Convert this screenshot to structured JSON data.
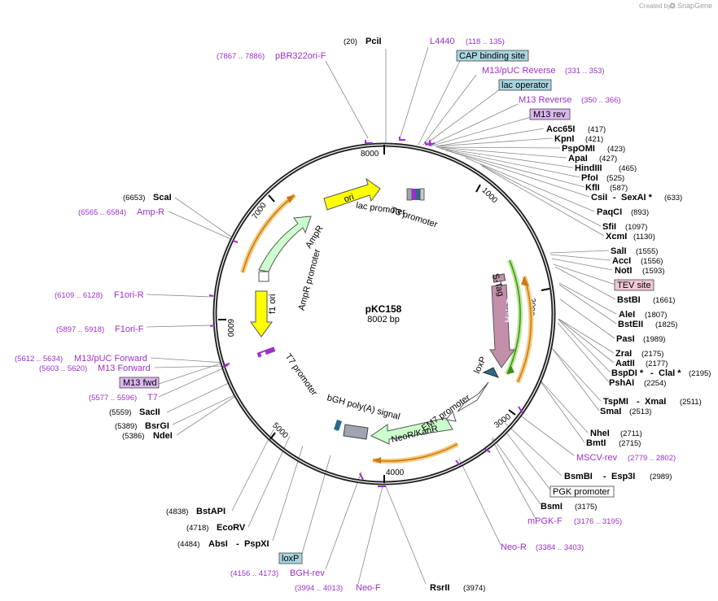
{
  "header": {
    "credit": "Created by",
    "brand": "SnapGene"
  },
  "plasmid": {
    "name": "pKC158",
    "size_label": "8002 bp",
    "length": 8002
  },
  "ticks": [
    "1000",
    "2000",
    "3000",
    "4000",
    "5000",
    "6000",
    "7000",
    "8000"
  ],
  "enzymes": [
    {
      "pos": "(20)",
      "name": "PciI"
    },
    {
      "name": "Acc65I",
      "pos": "(417)"
    },
    {
      "name": "KpnI",
      "pos": "(421)"
    },
    {
      "name": "PspOMI",
      "pos": "(423)"
    },
    {
      "name": "ApaI",
      "pos": "(427)"
    },
    {
      "name": "HindIII",
      "pos": "(465)"
    },
    {
      "name": "PfoI",
      "pos": "(525)"
    },
    {
      "name": "KflI",
      "pos": "(587)"
    },
    {
      "name": "CsiI",
      "name2": "SexAI *",
      "pos": "(633)"
    },
    {
      "name": "PaqCI",
      "pos": "(893)"
    },
    {
      "name": "SfiI",
      "pos": "(1097)"
    },
    {
      "name": "XcmI",
      "pos": "(1130)"
    },
    {
      "name": "SalI",
      "pos": "(1555)"
    },
    {
      "name": "AccI",
      "pos": "(1556)"
    },
    {
      "name": "NotI",
      "pos": "(1593)"
    },
    {
      "name": "BstBI",
      "pos": "(1661)"
    },
    {
      "name": "AleI",
      "pos": "(1807)"
    },
    {
      "name": "BstEII",
      "pos": "(1825)"
    },
    {
      "name": "PasI",
      "pos": "(1989)"
    },
    {
      "name": "ZraI",
      "pos": "(2175)"
    },
    {
      "name": "AatII",
      "pos": "(2177)"
    },
    {
      "name": "BspDI *",
      "name2": "ClaI *",
      "pos": "(2195)"
    },
    {
      "name": "PshAI",
      "pos": "(2254)"
    },
    {
      "name": "TspMI",
      "name2": "XmaI",
      "pos": "(2511)"
    },
    {
      "name": "SmaI",
      "pos": "(2513)"
    },
    {
      "name": "NheI",
      "pos": "(2711)"
    },
    {
      "name": "BmtI",
      "pos": "(2715)"
    },
    {
      "name": "BsmBI",
      "name2": "Esp3I",
      "pos": "(2989)"
    },
    {
      "name": "BsmI",
      "pos": "(3175)"
    },
    {
      "name": "RsrII",
      "pos": "(3974)"
    },
    {
      "pos": "(4484)",
      "name": "AbsI",
      "name2": "PspXI"
    },
    {
      "pos": "(4718)",
      "name": "EcoRV"
    },
    {
      "pos": "(4838)",
      "name": "BstAPI"
    },
    {
      "pos": "(5386)",
      "name": "NdeI"
    },
    {
      "pos": "(5389)",
      "name": "BsrGI"
    },
    {
      "pos": "(5559)",
      "name": "SacII"
    },
    {
      "pos": "(6653)",
      "name": "ScaI"
    }
  ],
  "primers": [
    {
      "name": "L4440",
      "pos": "(118 .. 135)"
    },
    {
      "name": "pBR322ori-F",
      "pos": "(7867 .. 7886)"
    },
    {
      "name": "M13/pUC Reverse",
      "pos": "(331 .. 353)"
    },
    {
      "name": "M13 Reverse",
      "pos": "(350 .. 366)"
    },
    {
      "name": "MSCV-rev",
      "pos": "(2779 .. 2802)"
    },
    {
      "name": "mPGK-F",
      "pos": "(3176 .. 3195)"
    },
    {
      "name": "Neo-R",
      "pos": "(3384 .. 3403)"
    },
    {
      "name": "Neo-F",
      "pos": "(3994 .. 4013)"
    },
    {
      "name": "BGH-rev",
      "pos": "(4156 .. 4173)"
    },
    {
      "name": "T7",
      "pos": "(5577 .. 5596)"
    },
    {
      "name": "M13 Forward",
      "pos": "(5603 .. 5620)"
    },
    {
      "name": "M13/pUC Forward",
      "pos": "(5612 .. 5634)"
    },
    {
      "name": "F1ori-F",
      "pos": "(5897 .. 5918)"
    },
    {
      "name": "F1ori-R",
      "pos": "(6109 .. 6128)"
    },
    {
      "name": "Amp-R",
      "pos": "(6565 .. 6584)"
    }
  ],
  "boxed_labels": [
    {
      "text": "CAP binding site",
      "color": "#a8d4e0"
    },
    {
      "text": "lac operator",
      "color": "#a8d4e0"
    },
    {
      "text": "M13 rev",
      "color": "#dcb6f0"
    },
    {
      "text": "TEV site",
      "color": "#f2c8d8"
    },
    {
      "text": "PGK promoter",
      "color": "#ffffff"
    },
    {
      "text": "loxP",
      "color": "#a8d4e0"
    },
    {
      "text": "M13 fwd",
      "color": "#dcb6f0"
    }
  ],
  "features": [
    {
      "text": "ori",
      "color": "#ffff00"
    },
    {
      "text": "AmpR",
      "color": "#ccffcc"
    },
    {
      "text": "f1 ori",
      "color": "#ffff00"
    },
    {
      "text": "HaloTag®",
      "color": "#c48fab"
    },
    {
      "text": "NeoR/KanR",
      "color": "#ccffcc"
    },
    {
      "text": "lac promoter"
    },
    {
      "text": "T3 promoter"
    },
    {
      "text": "AmpR promoter"
    },
    {
      "text": "T7 promoter"
    },
    {
      "text": "bGH poly(A) signal"
    },
    {
      "text": "EM7 promoter"
    },
    {
      "text": "S-Tag"
    },
    {
      "text": "loxP"
    }
  ]
}
